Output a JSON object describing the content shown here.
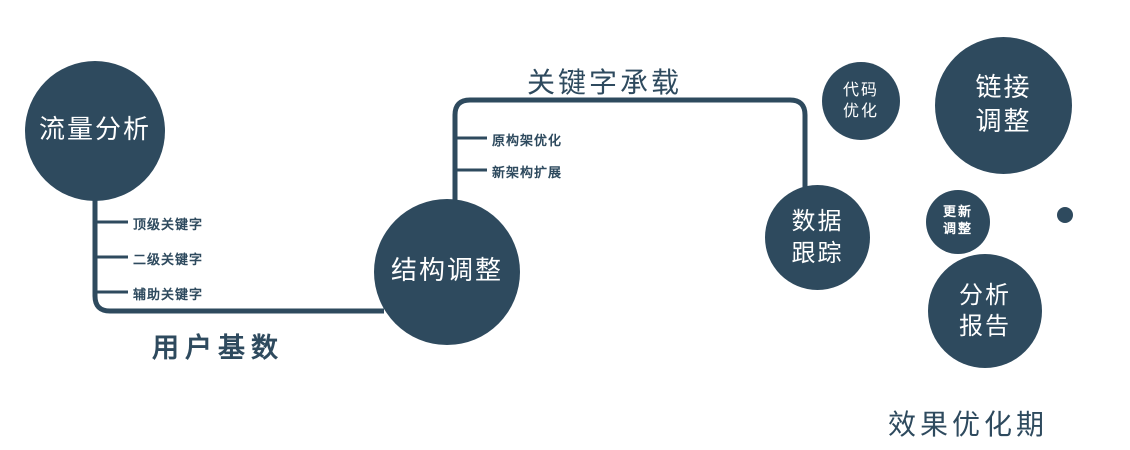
{
  "colors": {
    "primary": "#2e4a5e",
    "background": "#ffffff",
    "node_text": "#ffffff"
  },
  "nodes": {
    "traffic_analysis": {
      "label": "流量分析"
    },
    "structure_adjust": {
      "label": "结构调整"
    },
    "data_tracking": {
      "label": "数据\n跟踪"
    },
    "code_optimization": {
      "label": "代码\n优化"
    },
    "link_adjustment": {
      "label": "链接\n调整"
    },
    "update_adjustment": {
      "label": "更新\n调整"
    },
    "analysis_report": {
      "label": "分析\n报告"
    }
  },
  "edge_labels": {
    "user_base": "用户基数",
    "keyword_carrying": "关键字承载"
  },
  "branch_labels": {
    "traffic": [
      "顶级关键字",
      "二级关键字",
      "辅助关键字"
    ],
    "structure": [
      "原构架优化",
      "新架构扩展"
    ]
  },
  "caption": "效果优化期"
}
